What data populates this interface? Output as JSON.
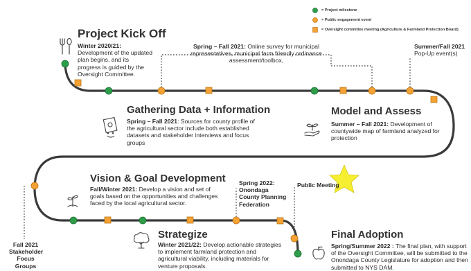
{
  "legend": {
    "milestone": "= Project milestone",
    "engagement": "= Public engagement event",
    "oversight": "= Oversight committee meeting (Agriculture & Farmland Protection Board)"
  },
  "colors": {
    "road": "#3a3a3a",
    "milestone": "#2e9d4a",
    "engagement": "#f4a233",
    "oversight": "#f4a233",
    "star": "#f5ee31",
    "dotted": "#555555"
  },
  "sections": {
    "kickoff": {
      "title": "Project Kick Off",
      "period": "Winter 2020/21:",
      "text": "Development of the updated plan begins, and its progress is guided by the Oversight Committee."
    },
    "survey": {
      "period": "Spring – Fall 2021:",
      "text": "Online survey for municipal representatives, municipal farm friendly ordinance assessment/toolbox,"
    },
    "popup": {
      "period": "Summer/Fall 2021",
      "text": "Pop-Up event(s)"
    },
    "gathering": {
      "title": "Gathering Data + Information",
      "period": "Spring – Fall 2021",
      "text": ": Sources for county profile of the agricultural sector include both established datasets and stakeholder interviews and focus groups"
    },
    "model": {
      "title": "Model and Assess",
      "period": "Summer – Fall 2021:",
      "text": "Development of countywide map of farmland analyzed for protection"
    },
    "vision": {
      "title": "Vision & Goal Development",
      "period": "Fall/Winter 2021:",
      "text": "Develop a vision and set of goals based on the opportunities and challenges faced by the local agricultural sector."
    },
    "planning": {
      "line1": "Spring 2022:",
      "line2": "Onondaga",
      "line3": "County Planning",
      "line4": "Federation"
    },
    "public_meeting": "Public Meeting",
    "stakeholder": {
      "line1": "Fall 2021",
      "line2": "Stakeholder",
      "line3": "Focus Groups"
    },
    "strategize": {
      "title": "Strategize",
      "period": "Winter 2021/22:",
      "text": "Develop actionable strategies to implement farmland protection and agricultural viability, including materials for venture proposals."
    },
    "adoption": {
      "title": "Final Adoption",
      "period": "Spring/Summer 2022 :",
      "text": "The final plan, with support of the Oversight Committee, will be submitted to the Onondaga County Legislature for adoption and then submitted to NYS DAM."
    }
  },
  "icons": {
    "kickoff": "fork-and-spoon-icon",
    "gathering": "seed-packet-icon",
    "model": "hand-with-sprout-icon",
    "vision": "seedling-icon",
    "strategize": "tree-icon",
    "adoption": "apple-icon"
  }
}
